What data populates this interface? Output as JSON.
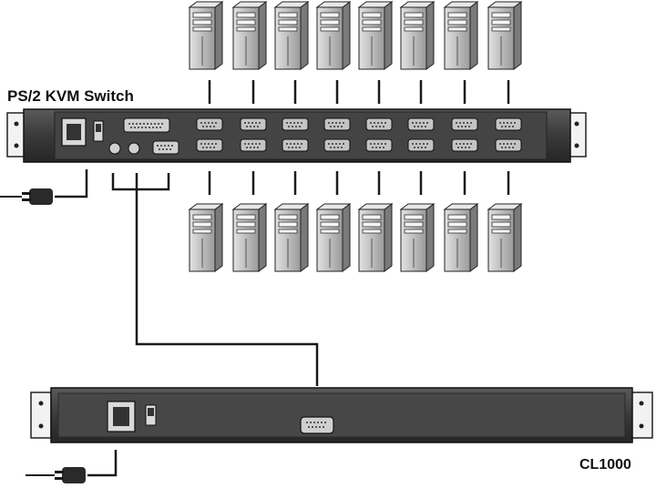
{
  "labels": {
    "kvm_switch": "PS/2 KVM Switch",
    "console": "CL1000"
  },
  "servers": {
    "top_row_count": 8,
    "bottom_row_count": 8
  },
  "kvm_ports": {
    "count": 8
  },
  "colors": {
    "chassis_dark": "#2a2a2a",
    "chassis_face": "#4a4a4a",
    "port": "#bfbfbf",
    "server_body": "#c8c8c8",
    "server_side": "#7a7a7a",
    "cable": "#1a1a1a"
  }
}
